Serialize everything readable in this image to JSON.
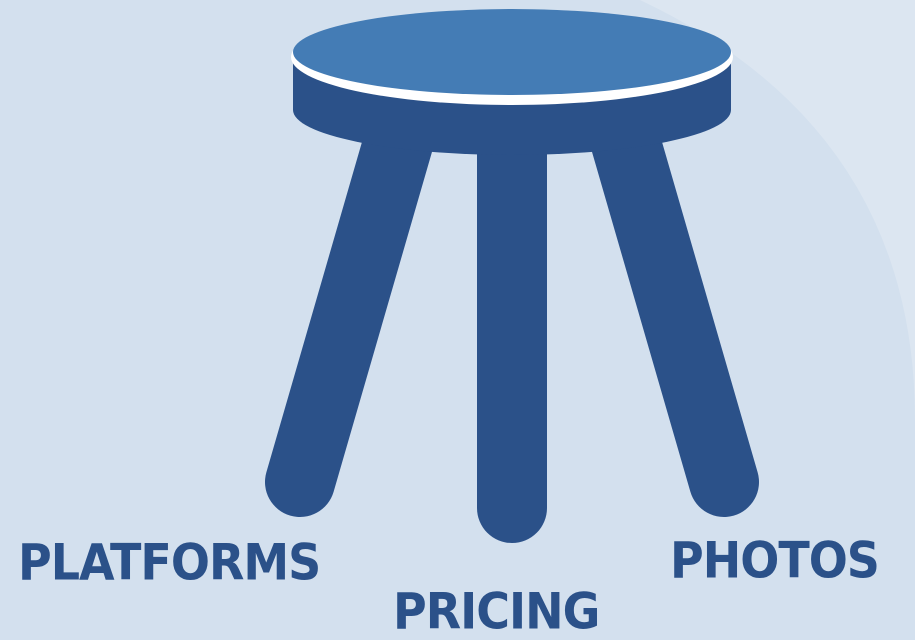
{
  "colors": {
    "background": "#d3e0ee",
    "background_highlight": "#dce6f1",
    "seat_top": "#447cb5",
    "stool_body": "#2b5189",
    "seat_rim": "#ffffff",
    "label_text": "#2b5189"
  },
  "diagram": {
    "object": "three-legged-stool-icon",
    "labels": {
      "left": "PLATFORMS",
      "center": "PRICING",
      "right": "PHOTOS"
    }
  }
}
